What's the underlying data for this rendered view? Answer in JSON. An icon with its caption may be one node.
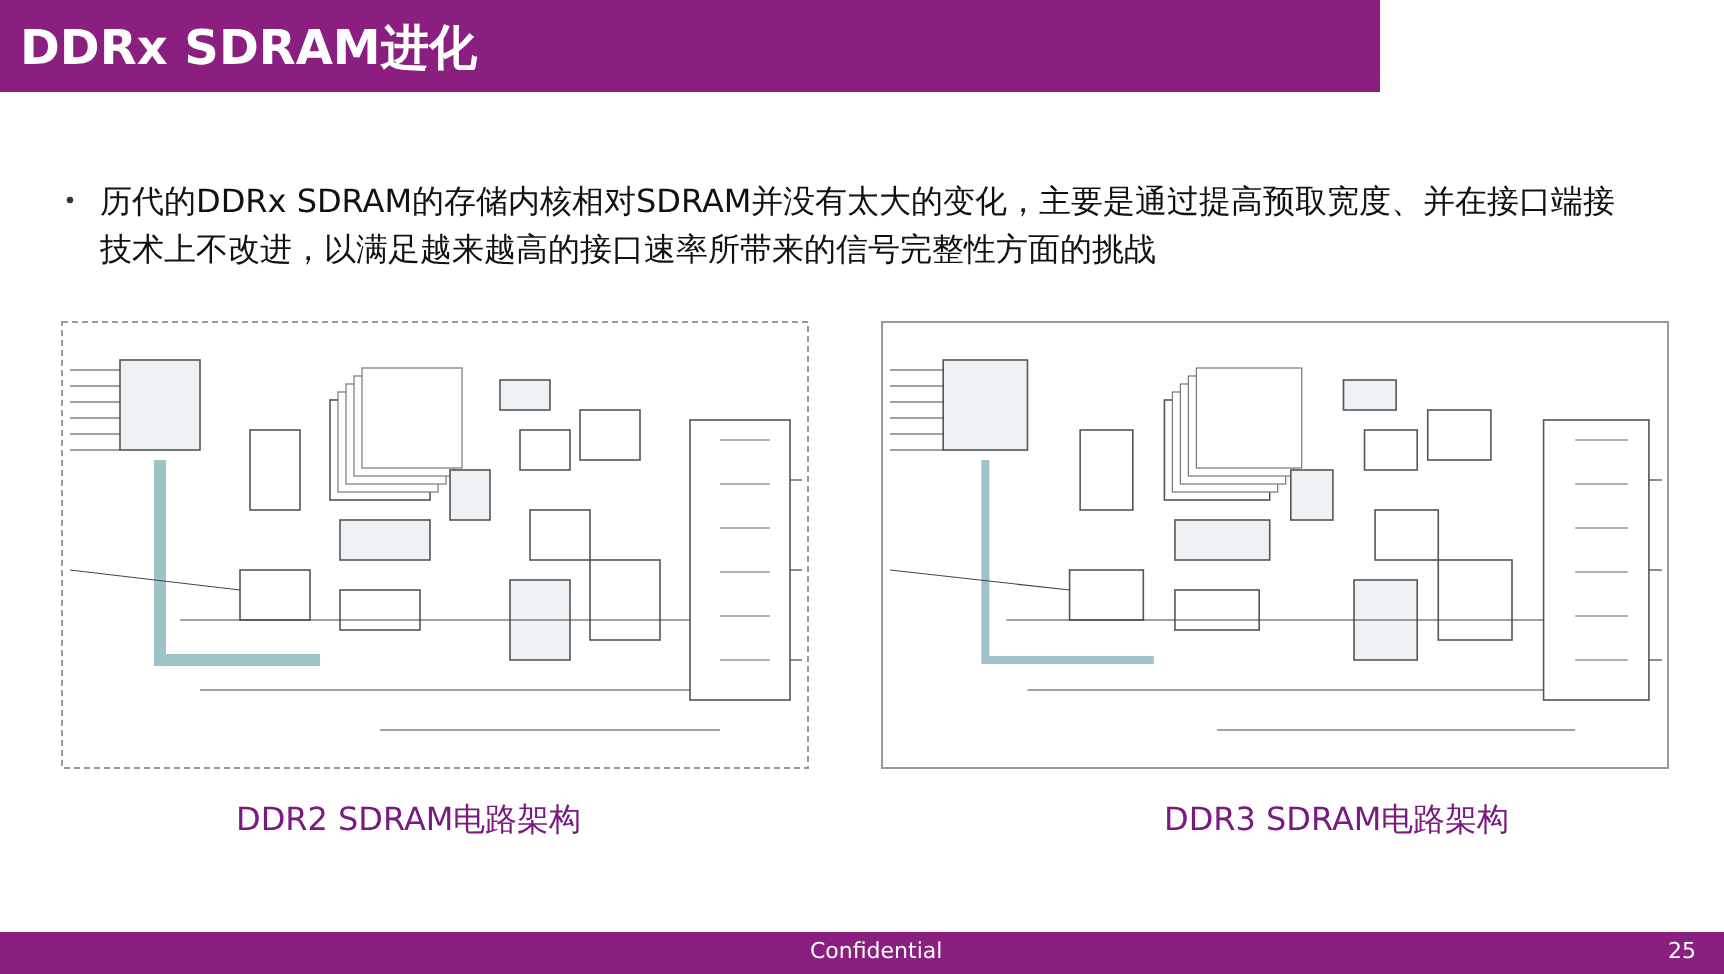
{
  "diagram": {
    "title": "DDRx SDRAM进化",
    "labels": [
      "历代的DDRx SDRAM的存储内核相对SDRAM并没有太大的变化，主要是通过提高预取宽度、并在接口端接技术上不改进，以满足越来越高的接口速率所带来的信号完整性方面的挑战",
      "DDR2 SDRAM电路架构",
      "DDR3 SDRAM电路架构",
      "Confidential",
      "25"
    ]
  }
}
